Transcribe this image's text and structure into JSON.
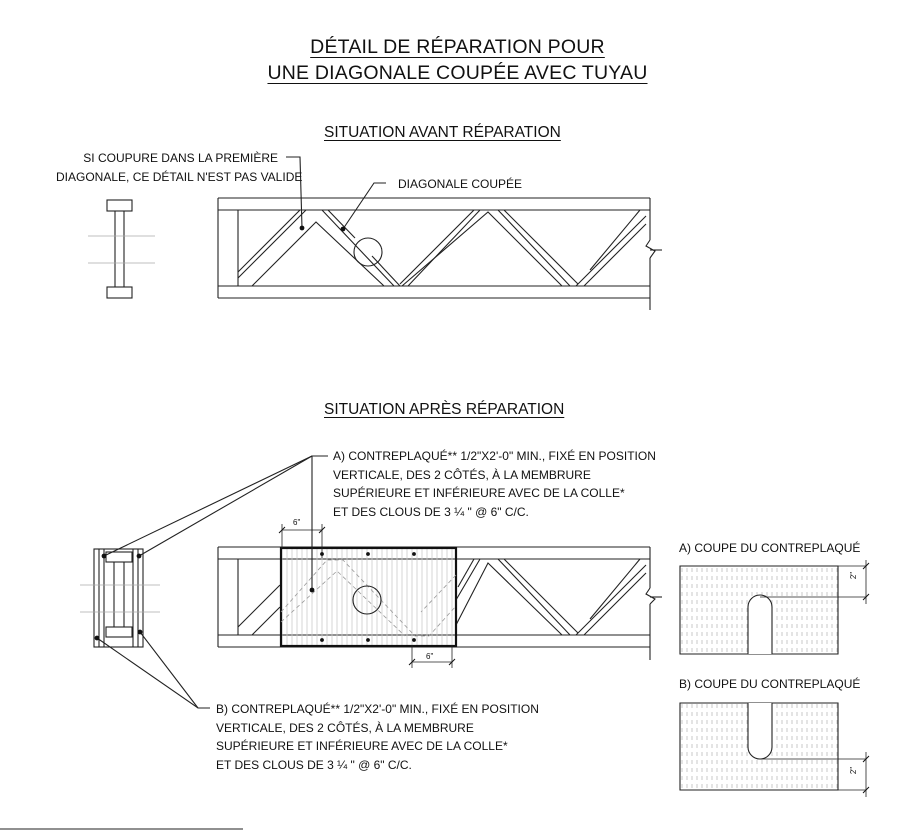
{
  "title": {
    "line1": "DÉTAIL DE RÉPARATION POUR",
    "line2": "UNE DIAGONALE COUPÉE AVEC TUYAU"
  },
  "before": {
    "heading": "SITUATION AVANT RÉPARATION",
    "note_first_diagonal": [
      "SI COUPURE DANS LA PREMIÈRE",
      "DIAGONALE, CE DÉTAIL N'EST PAS VALIDE"
    ],
    "note_cut": "DIAGONALE COUPÉE"
  },
  "after": {
    "heading": "SITUATION APRÈS RÉPARATION",
    "note_a": [
      "A) CONTREPLAQUÉ** 1/2\"X2'-0\" MIN., FIXÉ EN POSITION",
      "VERTICALE, DES 2 CÔTÉS, À LA MEMBRURE",
      "SUPÉRIEURE ET INFÉRIEURE AVEC DE LA COLLE*",
      "ET DES CLOUS  DE 3 ¼ \" @ 6\" C/C."
    ],
    "note_b": [
      "B) CONTREPLAQUÉ** 1/2\"X2'-0\" MIN., FIXÉ EN POSITION",
      "VERTICALE, DES 2 CÔTÉS, À LA MEMBRURE",
      "SUPÉRIEURE ET INFÉRIEURE AVEC DE LA COLLE*",
      "ET DES CLOUS  DE 3 ¼ \" @ 6\" C/C."
    ],
    "dim_top": "6\"",
    "dim_bottom": "6\""
  },
  "section_a": {
    "label": "A) COUPE DU CONTREPLAQUÉ",
    "dim": "2\""
  },
  "section_b": {
    "label": "B) COUPE DU CONTREPLAQUÉ",
    "dim": "2\""
  }
}
